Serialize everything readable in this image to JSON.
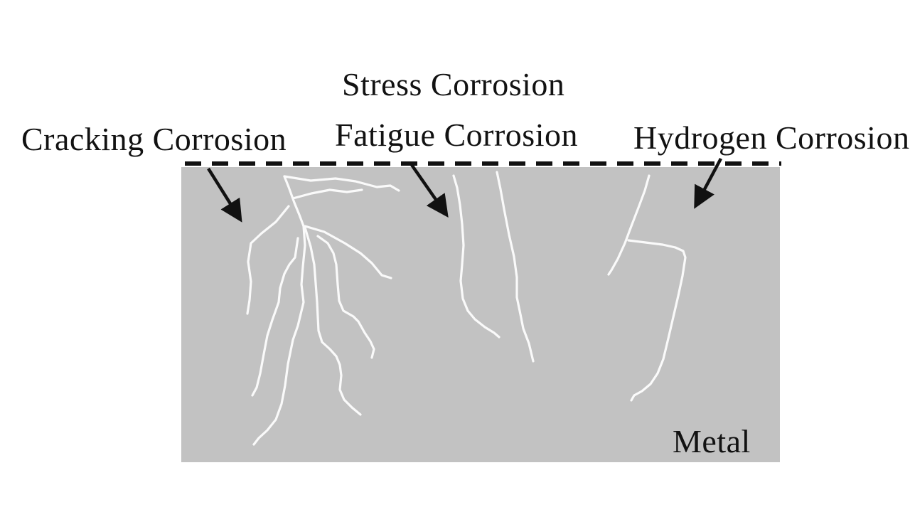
{
  "diagram": {
    "title_hint": "Types of corrosion cracking in metal",
    "labels": {
      "stress": "Stress Corrosion",
      "fatigue": "Fatigue Corrosion",
      "cracking": "Cracking Corrosion",
      "hydrogen": "Hydrogen Corrosion",
      "metal": "Metal"
    },
    "colors": {
      "background": "#ffffff",
      "metal_fill": "#c2c2c2",
      "crack": "#fdfdfd",
      "line": "#111111",
      "text": "#121212"
    }
  }
}
